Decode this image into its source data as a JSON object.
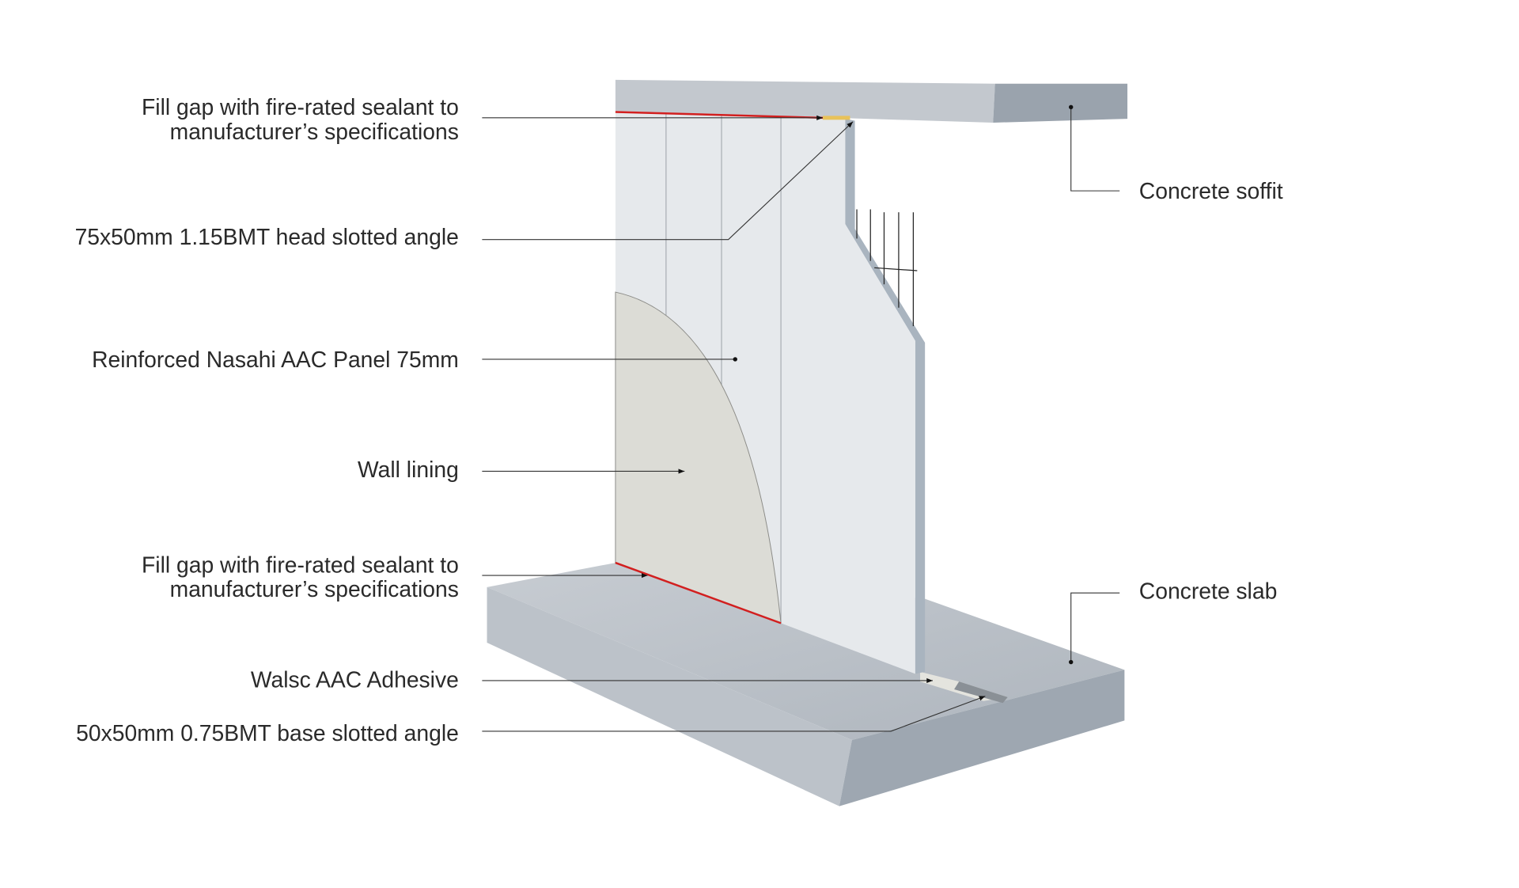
{
  "labels_left": [
    {
      "lines": [
        "Fill gap with fire-rated sealant to",
        "manufacturer’s specifications"
      ]
    },
    {
      "lines": [
        "75x50mm 1.15BMT head slotted angle"
      ]
    },
    {
      "lines": [
        "Reinforced Nasahi AAC Panel 75mm"
      ]
    },
    {
      "lines": [
        "Wall lining"
      ]
    },
    {
      "lines": [
        "Fill gap with fire-rated sealant to",
        "manufacturer’s specifications"
      ]
    },
    {
      "lines": [
        "Walsc AAC Adhesive"
      ]
    },
    {
      "lines": [
        "50x50mm 0.75BMT base slotted angle"
      ]
    }
  ],
  "labels_right": [
    {
      "lines": [
        "Concrete soffit"
      ]
    },
    {
      "lines": [
        "Concrete slab"
      ]
    }
  ],
  "colors": {
    "sealant": "#d21f1f",
    "concrete": "#b9c0c8",
    "panel": "#e6e9ec",
    "lining": "#dcdcd6"
  }
}
